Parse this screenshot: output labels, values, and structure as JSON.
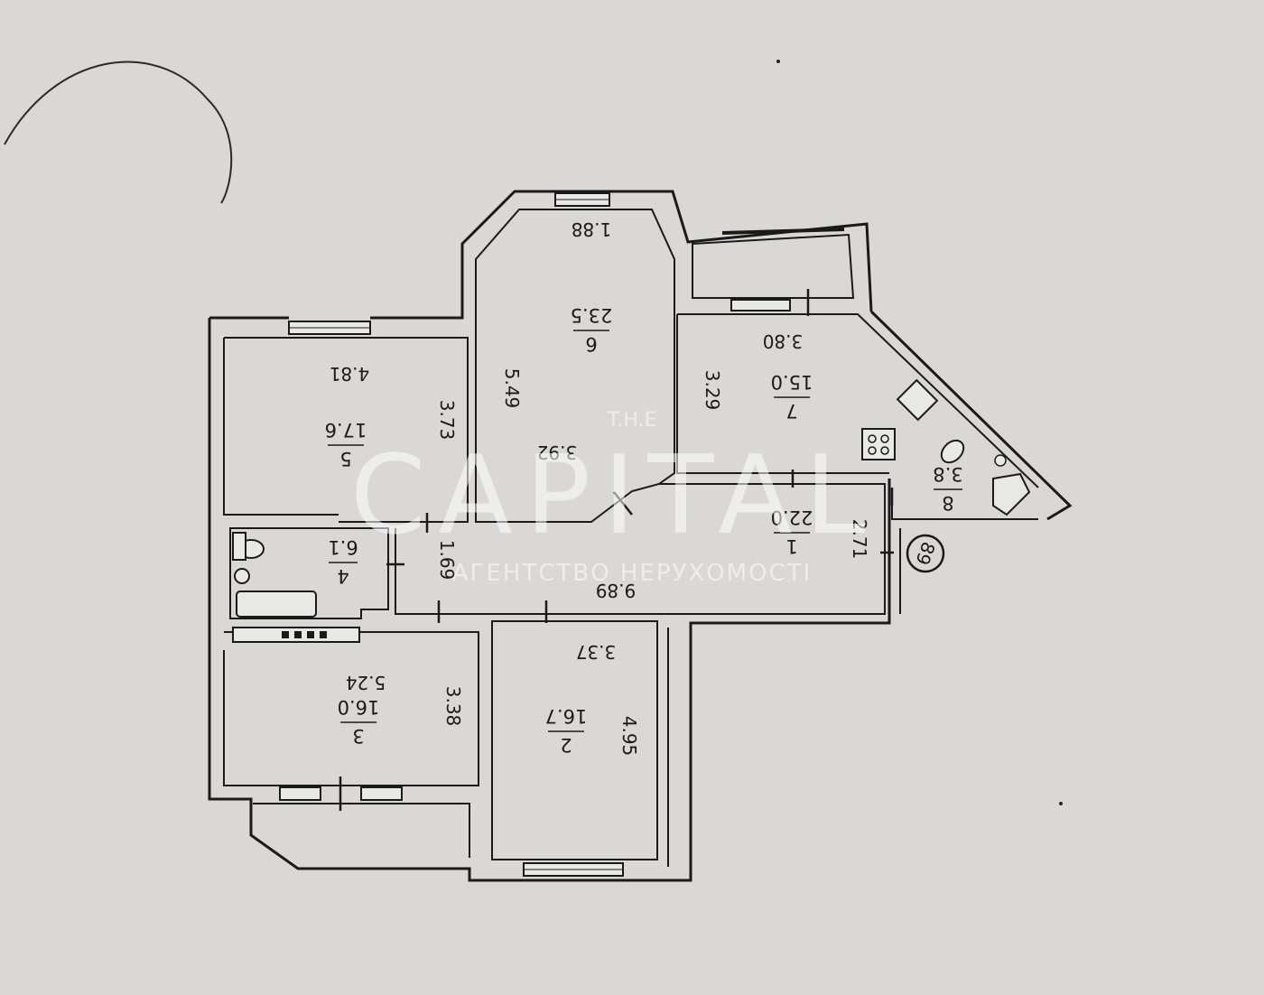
{
  "colors": {
    "paper": "#d9d8d4",
    "ink": "#1a1a1a",
    "watermark": "#ffffff"
  },
  "watermark": {
    "the": "T.H.E",
    "brand": "CAPITAL",
    "tagline": "АГЕНТСТВО НЕРУХОМОСТІ"
  },
  "rooms": [
    {
      "number": "1",
      "area": "22.0"
    },
    {
      "number": "2",
      "area": "16.7"
    },
    {
      "number": "3",
      "area": "16.0"
    },
    {
      "number": "4",
      "area": "6.1"
    },
    {
      "number": "5",
      "area": "17.6"
    },
    {
      "number": "6",
      "area": "23.5"
    },
    {
      "number": "7",
      "area": "15.0"
    },
    {
      "number": "8",
      "area": "3.8"
    }
  ],
  "dimensions": {
    "d_1_88": "1.88",
    "d_5_49": "5.49",
    "d_3_92": "3.92",
    "d_3_80": "3.80",
    "d_3_29": "3.29",
    "d_4_81": "4.81",
    "d_3_73": "3.73",
    "d_1_69": "1.69",
    "d_9_89": "9.89",
    "d_2_71": "2.71",
    "d_3_37": "3.37",
    "d_4_95": "4.95",
    "d_5_24": "5.24",
    "d_3_38": "3.38"
  },
  "apartment_tag": "89"
}
